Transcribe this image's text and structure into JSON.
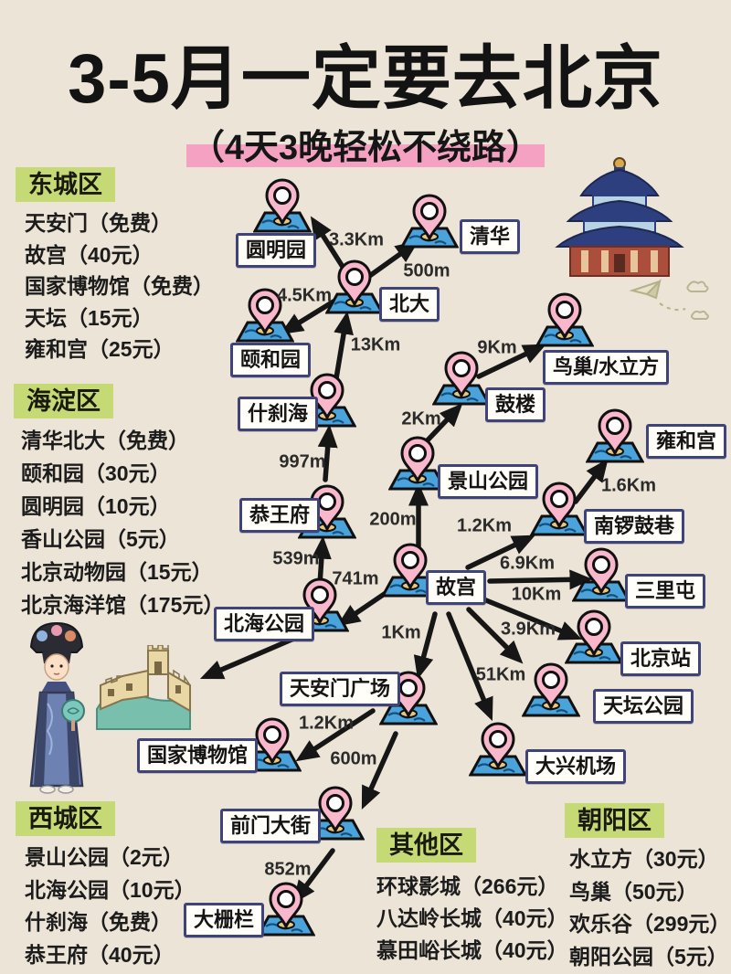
{
  "header": {
    "title": "3-5月一定要去北京",
    "subtitle": "（4天3晚轻松不绕路）"
  },
  "districts": [
    {
      "name": "东城区",
      "items": [
        "天安门（免费）",
        "故宫（40元）",
        "国家博物馆（免费）",
        "天坛（15元）",
        "雍和宫（25元）"
      ]
    },
    {
      "name": "海淀区",
      "items": [
        "清华北大（免费）",
        "颐和园（30元）",
        "圆明园（10元）",
        "香山公园（5元）",
        "北京动物园（15元）",
        "北京海洋馆（175元）"
      ]
    },
    {
      "name": "西城区",
      "items": [
        "景山公园（2元）",
        "北海公园（10元）",
        "什刹海（免费）",
        "恭王府（40元）"
      ]
    },
    {
      "name": "其他区",
      "items": [
        "环球影城（266元）",
        "八达岭长城（40元）",
        "慕田峪长城（40元）"
      ]
    },
    {
      "name": "朝阳区",
      "items": [
        "水立方（30元）",
        "鸟巢（50元）",
        "欢乐谷（299元）",
        "朝阳公园（5元）"
      ]
    }
  ],
  "map": {
    "nodes": [
      {
        "id": "yuanmingyuan",
        "label": "圆明园"
      },
      {
        "id": "qinghua",
        "label": "清华"
      },
      {
        "id": "beida",
        "label": "北大"
      },
      {
        "id": "yiheyuan",
        "label": "颐和园"
      },
      {
        "id": "shichahai",
        "label": "什刹海"
      },
      {
        "id": "gongwangfu",
        "label": "恭王府"
      },
      {
        "id": "beihai",
        "label": "北海公园"
      },
      {
        "id": "jingshan",
        "label": "景山公园"
      },
      {
        "id": "gulou",
        "label": "鼓楼"
      },
      {
        "id": "niaochao",
        "label": "鸟巢/水立方"
      },
      {
        "id": "yonghegong",
        "label": "雍和宫"
      },
      {
        "id": "nanluoguxiang",
        "label": "南锣鼓巷"
      },
      {
        "id": "gugong",
        "label": "故宫"
      },
      {
        "id": "sanlitun",
        "label": "三里屯"
      },
      {
        "id": "beijingzhan",
        "label": "北京站"
      },
      {
        "id": "tiantan",
        "label": "天坛公园"
      },
      {
        "id": "daxing",
        "label": "大兴机场"
      },
      {
        "id": "tiananmen",
        "label": "天安门广场"
      },
      {
        "id": "guobo",
        "label": "国家博物馆"
      },
      {
        "id": "qianmen",
        "label": "前门大街"
      },
      {
        "id": "dashilan",
        "label": "大栅栏"
      }
    ],
    "routes": [
      {
        "from": "beida",
        "to": "yuanmingyuan",
        "distance": "3.3Km"
      },
      {
        "from": "beida",
        "to": "qinghua",
        "distance": "500m"
      },
      {
        "from": "beida",
        "to": "yiheyuan",
        "distance": "4.5Km"
      },
      {
        "from": "shichahai",
        "to": "beida",
        "distance": "13Km"
      },
      {
        "from": "gongwangfu",
        "to": "shichahai",
        "distance": "997m"
      },
      {
        "from": "beihai",
        "to": "gongwangfu",
        "distance": "539m"
      },
      {
        "from": "gugong",
        "to": "beihai",
        "distance": "741m"
      },
      {
        "from": "gugong",
        "to": "jingshan",
        "distance": "200m"
      },
      {
        "from": "jingshan",
        "to": "gulou",
        "distance": "2Km"
      },
      {
        "from": "gulou",
        "to": "niaochao",
        "distance": "9Km"
      },
      {
        "from": "nanluoguxiang",
        "to": "yonghegong",
        "distance": "1.6Km"
      },
      {
        "from": "gugong",
        "to": "nanluoguxiang",
        "distance": "1.2Km"
      },
      {
        "from": "gugong",
        "to": "sanlitun",
        "distance": "6.9Km"
      },
      {
        "from": "gugong",
        "to": "beijingzhan",
        "distance": "10Km"
      },
      {
        "from": "gugong",
        "to": "tiantan",
        "distance": "3.9Km"
      },
      {
        "from": "gugong",
        "to": "daxing",
        "distance": "51Km"
      },
      {
        "from": "gugong",
        "to": "tiananmen",
        "distance": "1Km"
      },
      {
        "from": "tiananmen",
        "to": "guobo",
        "distance": "1.2Km"
      },
      {
        "from": "tiananmen",
        "to": "qianmen",
        "distance": "600m"
      },
      {
        "from": "qianmen",
        "to": "dashilan",
        "distance": "852m"
      }
    ]
  },
  "colors": {
    "background": "#ece4d6",
    "district_header_green": "#c5da74",
    "subtitle_highlight_pink": "#f5a2c2",
    "pin_pink": "#f8b7ca",
    "tile_blue": "#4aa3da",
    "label_border_navy": "#3e4379",
    "arrow_black": "#161616"
  }
}
